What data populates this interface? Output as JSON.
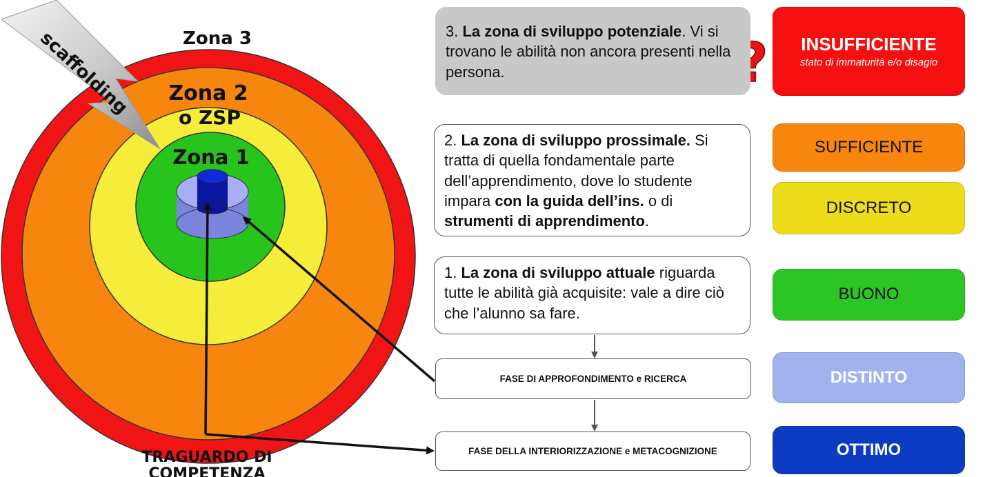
{
  "zones": {
    "zone3": "Zona 3",
    "zone2_line1": "Zona 2",
    "zone2_line2": "o ZSP",
    "zone1": "Zona 1",
    "scaffolding": "scaffolding",
    "goal_line1": "TRAGUARDO DI",
    "goal_line2": "COMPETENZA"
  },
  "descriptions": {
    "zone3": {
      "num": "3.",
      "title": "La zona di sviluppo potenziale",
      "rest": ". Vi si trovano le abilità non ancora presenti nella persona."
    },
    "zone2": {
      "num": "2.",
      "title": "La zona di sviluppo prossimale.",
      "mid": " Si tratta di quella fondamentale parte dell’apprendimento, dove lo studente impara ",
      "bold2": "con la guida dell’ins.",
      "mid2": " o di ",
      "bold3": "strumenti di apprendimento",
      "end": "."
    },
    "zone1": {
      "num": "1.",
      "title": "La zona di sviluppo attuale",
      "rest": " riguarda tutte le abilità già acquisite: vale a dire ciò che l’alunno sa fare."
    }
  },
  "question_mark": "?",
  "phases": {
    "deepening": "FASE DI APPROFONDIMENTO e RICERCA",
    "internalization": "FASE DELLA INTERIORIZZAZIONE e METACOGNIZIONE"
  },
  "grades": [
    {
      "label": "INSUFFICIENTE",
      "note": "stato di immaturità e/o disagio",
      "bg": "#f50f0f",
      "fg": "#ffffff",
      "bold": true
    },
    {
      "label": "SUFFICIENTE",
      "bg": "#f7860f",
      "fg": "#111111",
      "bold": false
    },
    {
      "label": "DISCRETO",
      "bg": "#ecdc1a",
      "fg": "#111111",
      "bold": false
    },
    {
      "label": "BUONO",
      "bg": "#2cc526",
      "fg": "#111111",
      "bold": false
    },
    {
      "label": "DISTINTO",
      "bg": "#a0b3ee",
      "fg": "#ffffff",
      "bold": true
    },
    {
      "label": "OTTIMO",
      "bg": "#0c3cc2",
      "fg": "#ffffff",
      "bold": true
    }
  ],
  "colors": {
    "zone3": "#f11414",
    "zone2": "#f7860f",
    "zone_zsp": "#f6ec3a",
    "zone1": "#28c41e",
    "center_light": "#a7aef5",
    "center_dark": "#0c1ccc",
    "gray_box": "#c8c8c8"
  }
}
